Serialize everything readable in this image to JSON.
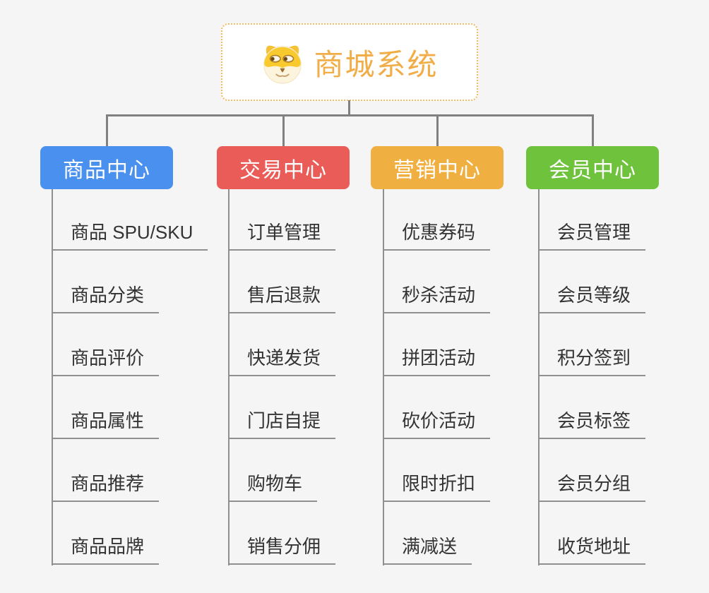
{
  "background": "#f5f5f5",
  "connector_color": "#808080",
  "root": {
    "label": "商城系统",
    "icon": "doge-icon",
    "text_color": "#f1ad47",
    "border_color": "#f5bb5f",
    "bg": "#ffffff"
  },
  "branches": [
    {
      "label": "商品中心",
      "color": "#4a90ee",
      "items": [
        "商品 SPU/SKU",
        "商品分类",
        "商品评价",
        "商品属性",
        "商品推荐",
        "商品品牌"
      ]
    },
    {
      "label": "交易中心",
      "color": "#e95c58",
      "items": [
        "订单管理",
        "售后退款",
        "快递发货",
        "门店自提",
        "购物车",
        "销售分佣"
      ]
    },
    {
      "label": "营销中心",
      "color": "#efb041",
      "items": [
        "优惠券码",
        "秒杀活动",
        "拼团活动",
        "砍价活动",
        "限时折扣",
        "满减送"
      ]
    },
    {
      "label": "会员中心",
      "color": "#6fc23c",
      "items": [
        "会员管理",
        "会员等级",
        "积分签到",
        "会员标签",
        "会员分组",
        "收货地址"
      ]
    }
  ]
}
